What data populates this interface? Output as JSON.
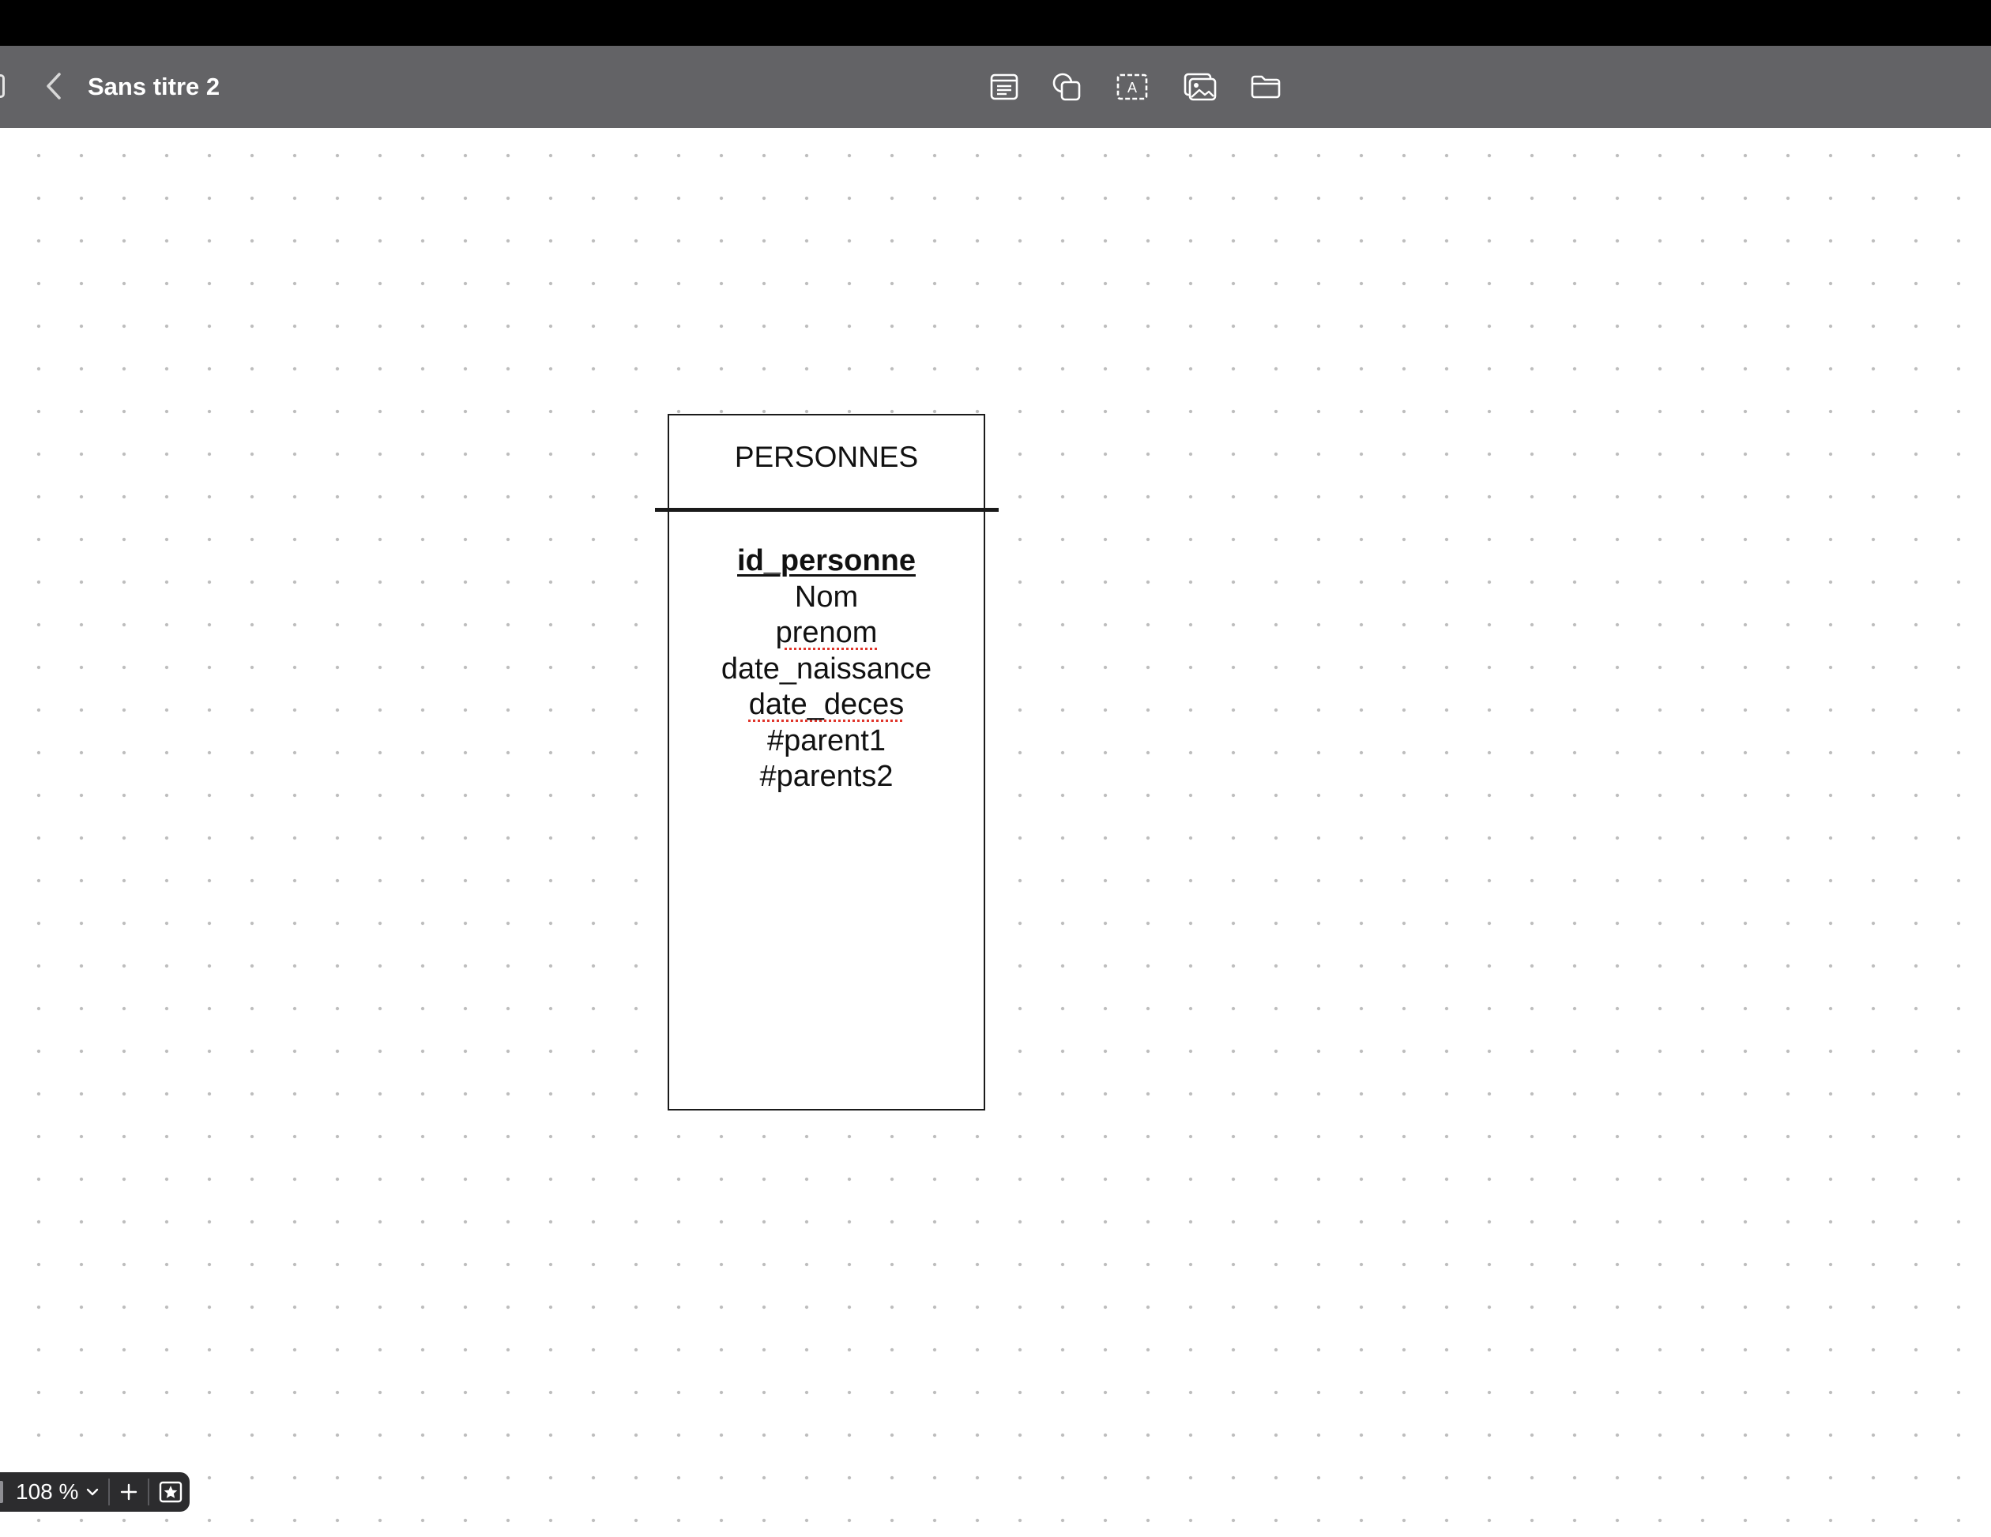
{
  "window": {
    "title": "Sans titre 2"
  },
  "toolbar": {
    "tools": [
      {
        "icon": "note-icon"
      },
      {
        "icon": "shapes-icon"
      },
      {
        "icon": "text-box-icon"
      },
      {
        "icon": "media-icon"
      },
      {
        "icon": "folder-icon"
      }
    ]
  },
  "diagram": {
    "entity": {
      "title": "PERSONNES",
      "attributes": [
        "id_personne",
        "Nom",
        "prenom",
        "date_naissance",
        "date_deces",
        "#parent1",
        "#parents2"
      ]
    }
  },
  "zoom": {
    "value": "108 %"
  },
  "colors": {
    "toolbar_bg": "#636366",
    "status_bar_bg": "#000000",
    "canvas_bg": "#ffffff",
    "grid_dot": "#bdbdbd",
    "spellcheck": "#e0352b",
    "zoom_bg": "#2c2c2e"
  }
}
